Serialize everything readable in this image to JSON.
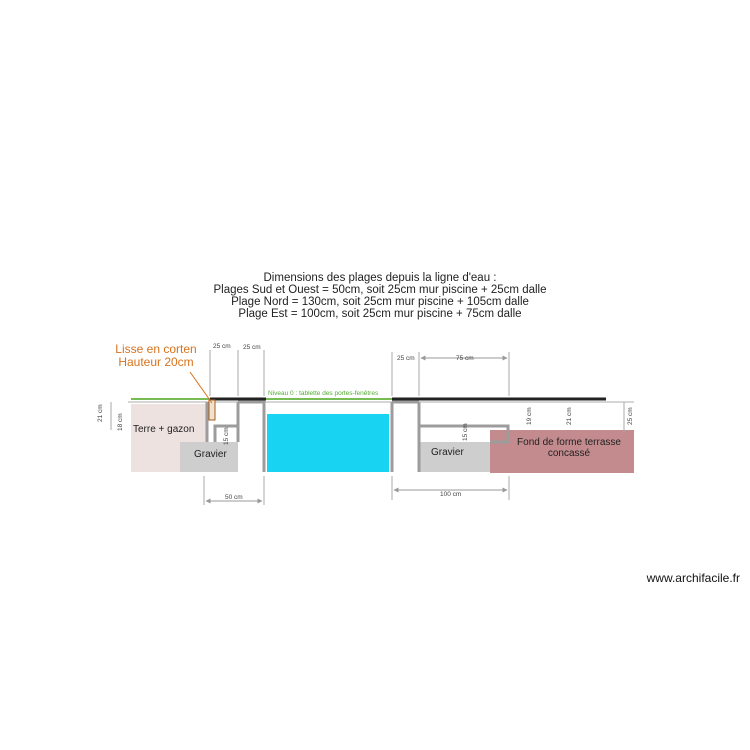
{
  "title": {
    "line1": "Dimensions des plages depuis la ligne d'eau :",
    "line2": "Plages Sud et Ouest = 50cm, soit 25cm mur piscine + 25cm dalle",
    "line3": "Plage Nord = 130cm, soit 25cm mur piscine + 105cm dalle",
    "line4": "Plage Est = 100cm, soit 25cm mur piscine + 75cm dalle"
  },
  "callout": {
    "line1": "Lisse en corten",
    "line2": "Hauteur 20cm"
  },
  "zones": {
    "soil": "Terre + gazon",
    "gravel_left": "Gravier",
    "gravel_right": "Gravier",
    "base_line1": "Fond de forme terrasse",
    "base_line2": "concassé"
  },
  "level_label": "Niveau 0 : tablette des portes-fenêtres",
  "dimensions": {
    "top_left_a": "25 cm",
    "top_left_b": "25 cm",
    "top_right_a": "25 cm",
    "top_right_b": "75 cm",
    "bottom_left": "50 cm",
    "bottom_right": "100 cm",
    "vert_21_left": "21 cm",
    "vert_18_left": "18 cm",
    "vert_15_left": "15 cm",
    "vert_15_right": "15 cm",
    "vert_19_right": "19 cm",
    "vert_21_right": "21 cm",
    "vert_25_right": "25 cm"
  },
  "watermark": "www.archifacile.fr",
  "colors": {
    "pool_water": "#19d3f2",
    "soil": "#ede2df",
    "gravel": "#cecece",
    "base": "#c48b8e",
    "level_line": "#77bb55",
    "callout": "#d8731c",
    "deck": "#222222"
  }
}
